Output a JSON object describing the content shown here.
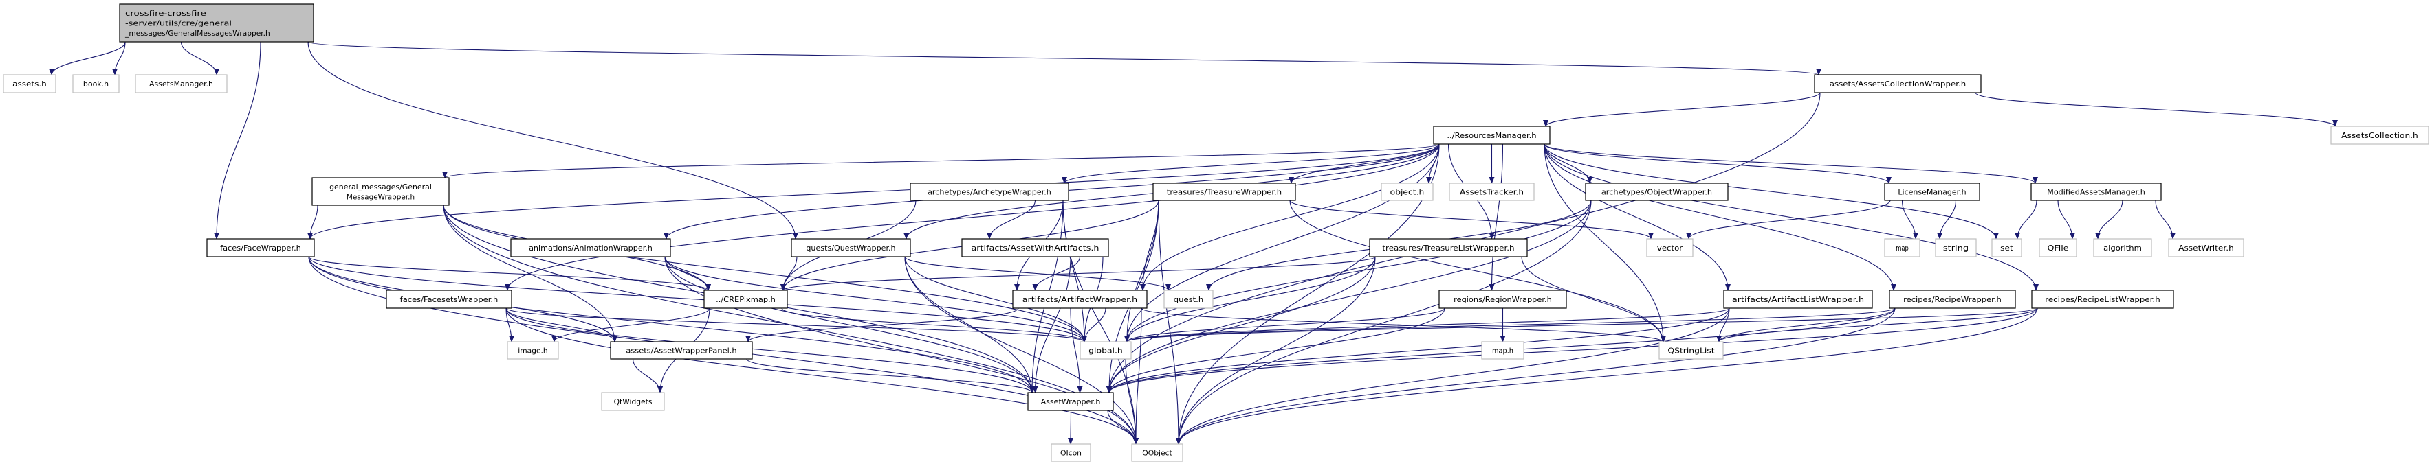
{
  "colors": {
    "edge": "#191970",
    "root_fill": "#bfbfbf",
    "documented_border": "#000000",
    "external_border": "#bfbfbf",
    "node_fill": "#ffffff"
  },
  "nodes": [
    {
      "id": "main",
      "kind": "root",
      "label": [
        "crossfire-crossfire",
        "-server/utils/cre/general",
        "_messages/GeneralMessagesWrapper.h"
      ]
    },
    {
      "id": "assets_h",
      "kind": "external",
      "label": [
        "assets.h"
      ]
    },
    {
      "id": "book_h",
      "kind": "external",
      "label": [
        "book.h"
      ]
    },
    {
      "id": "assets_manager",
      "kind": "external",
      "label": [
        "AssetsManager.h"
      ]
    },
    {
      "id": "acw",
      "kind": "documented",
      "label": [
        "assets/AssetsCollectionWrapper.h"
      ]
    },
    {
      "id": "resources",
      "kind": "documented",
      "label": [
        "../ResourcesManager.h"
      ]
    },
    {
      "id": "assets_collection",
      "kind": "external",
      "label": [
        "AssetsCollection.h"
      ]
    },
    {
      "id": "gmw",
      "kind": "documented",
      "label": [
        "general_messages/General",
        "MessageWrapper.h"
      ]
    },
    {
      "id": "archetype",
      "kind": "documented",
      "label": [
        "archetypes/ArchetypeWrapper.h"
      ]
    },
    {
      "id": "treasure",
      "kind": "documented",
      "label": [
        "treasures/TreasureWrapper.h"
      ]
    },
    {
      "id": "object_h",
      "kind": "external",
      "label": [
        "object.h"
      ]
    },
    {
      "id": "assets_tracker",
      "kind": "external",
      "label": [
        "AssetsTracker.h"
      ]
    },
    {
      "id": "object_wrapper",
      "kind": "documented",
      "label": [
        "archetypes/ObjectWrapper.h"
      ]
    },
    {
      "id": "license",
      "kind": "documented",
      "label": [
        "LicenseManager.h"
      ]
    },
    {
      "id": "modified",
      "kind": "documented",
      "label": [
        "ModifiedAssetsManager.h"
      ]
    },
    {
      "id": "face",
      "kind": "documented",
      "label": [
        "faces/FaceWrapper.h"
      ]
    },
    {
      "id": "animation",
      "kind": "documented",
      "label": [
        "animations/AnimationWrapper.h"
      ]
    },
    {
      "id": "quest_wrapper",
      "kind": "documented",
      "label": [
        "quests/QuestWrapper.h"
      ]
    },
    {
      "id": "awa",
      "kind": "documented",
      "label": [
        "artifacts/AssetWithArtifacts.h"
      ]
    },
    {
      "id": "treasure_list",
      "kind": "documented",
      "label": [
        "treasures/TreasureListWrapper.h"
      ]
    },
    {
      "id": "vector",
      "kind": "external",
      "label": [
        "vector"
      ]
    },
    {
      "id": "map_std",
      "kind": "external",
      "label": [
        "map"
      ]
    },
    {
      "id": "string",
      "kind": "external",
      "label": [
        "string"
      ]
    },
    {
      "id": "set",
      "kind": "external",
      "label": [
        "set"
      ]
    },
    {
      "id": "qfile",
      "kind": "external",
      "label": [
        "QFile"
      ]
    },
    {
      "id": "algorithm",
      "kind": "external",
      "label": [
        "algorithm"
      ]
    },
    {
      "id": "asset_writer",
      "kind": "external",
      "label": [
        "AssetWriter.h"
      ]
    },
    {
      "id": "facesets",
      "kind": "documented",
      "label": [
        "faces/FacesetsWrapper.h"
      ]
    },
    {
      "id": "crepixmap",
      "kind": "documented",
      "label": [
        "../CREPixmap.h"
      ]
    },
    {
      "id": "artifact",
      "kind": "documented",
      "label": [
        "artifacts/ArtifactWrapper.h"
      ]
    },
    {
      "id": "quest_h",
      "kind": "external",
      "label": [
        "quest.h"
      ]
    },
    {
      "id": "region",
      "kind": "documented",
      "label": [
        "regions/RegionWrapper.h"
      ]
    },
    {
      "id": "artifact_list",
      "kind": "documented",
      "label": [
        "artifacts/ArtifactListWrapper.h"
      ]
    },
    {
      "id": "recipe",
      "kind": "documented",
      "label": [
        "recipes/RecipeWrapper.h"
      ]
    },
    {
      "id": "recipe_list",
      "kind": "documented",
      "label": [
        "recipes/RecipeListWrapper.h"
      ]
    },
    {
      "id": "image_h",
      "kind": "external",
      "label": [
        "image.h"
      ]
    },
    {
      "id": "awp",
      "kind": "documented",
      "label": [
        "assets/AssetWrapperPanel.h"
      ]
    },
    {
      "id": "global",
      "kind": "external",
      "label": [
        "global.h"
      ]
    },
    {
      "id": "map_h",
      "kind": "external",
      "label": [
        "map.h"
      ]
    },
    {
      "id": "qstringlist",
      "kind": "external",
      "label": [
        "QStringList"
      ]
    },
    {
      "id": "qtwidgets",
      "kind": "external",
      "label": [
        "QtWidgets"
      ]
    },
    {
      "id": "asset_wrapper",
      "kind": "documented",
      "label": [
        "AssetWrapper.h"
      ]
    },
    {
      "id": "qicon",
      "kind": "external",
      "label": [
        "QIcon"
      ]
    },
    {
      "id": "qobject",
      "kind": "external",
      "label": [
        "QObject"
      ]
    }
  ],
  "edges": [
    [
      "main",
      "assets_h"
    ],
    [
      "main",
      "book_h"
    ],
    [
      "main",
      "assets_manager"
    ],
    [
      "main",
      "face"
    ],
    [
      "main",
      "quest_wrapper"
    ],
    [
      "main",
      "acw"
    ],
    [
      "acw",
      "resources"
    ],
    [
      "acw",
      "assets_collection"
    ],
    [
      "acw",
      "asset_wrapper"
    ],
    [
      "resources",
      "gmw"
    ],
    [
      "resources",
      "face"
    ],
    [
      "resources",
      "facesets"
    ],
    [
      "resources",
      "animation"
    ],
    [
      "resources",
      "archetype"
    ],
    [
      "resources",
      "treasure"
    ],
    [
      "resources",
      "quest_wrapper"
    ],
    [
      "resources",
      "artifact"
    ],
    [
      "resources",
      "object_h"
    ],
    [
      "resources",
      "assets_tracker"
    ],
    [
      "resources",
      "object_wrapper"
    ],
    [
      "resources",
      "treasure_list"
    ],
    [
      "resources",
      "region"
    ],
    [
      "resources",
      "license"
    ],
    [
      "resources",
      "modified"
    ],
    [
      "resources",
      "artifact_list"
    ],
    [
      "resources",
      "recipe"
    ],
    [
      "resources",
      "recipe_list"
    ],
    [
      "resources",
      "set"
    ],
    [
      "resources",
      "global"
    ],
    [
      "resources",
      "qobject"
    ],
    [
      "resources",
      "qstringlist"
    ],
    [
      "gmw",
      "face"
    ],
    [
      "gmw",
      "crepixmap"
    ],
    [
      "gmw",
      "global"
    ],
    [
      "gmw",
      "asset_wrapper"
    ],
    [
      "gmw",
      "qobject"
    ],
    [
      "gmw",
      "awp"
    ],
    [
      "face",
      "crepixmap"
    ],
    [
      "face",
      "global"
    ],
    [
      "face",
      "asset_wrapper"
    ],
    [
      "face",
      "qobject"
    ],
    [
      "face",
      "awp"
    ],
    [
      "animation",
      "crepixmap"
    ],
    [
      "animation",
      "global"
    ],
    [
      "animation",
      "asset_wrapper"
    ],
    [
      "animation",
      "qobject"
    ],
    [
      "crepixmap",
      "image_h"
    ],
    [
      "crepixmap",
      "qtwidgets"
    ],
    [
      "crepixmap",
      "global"
    ],
    [
      "facesets",
      "image_h"
    ],
    [
      "facesets",
      "awp"
    ],
    [
      "facesets",
      "global"
    ],
    [
      "facesets",
      "asset_wrapper"
    ],
    [
      "facesets",
      "qobject"
    ],
    [
      "awp",
      "qtwidgets"
    ],
    [
      "awp",
      "asset_wrapper"
    ],
    [
      "archetype",
      "crepixmap"
    ],
    [
      "archetype",
      "artifact"
    ],
    [
      "archetype",
      "awa"
    ],
    [
      "archetype",
      "global"
    ],
    [
      "archetype",
      "asset_wrapper"
    ],
    [
      "archetype",
      "qobject"
    ],
    [
      "treasure",
      "crepixmap"
    ],
    [
      "treasure",
      "artifact"
    ],
    [
      "treasure",
      "global"
    ],
    [
      "treasure",
      "asset_wrapper"
    ],
    [
      "treasure",
      "vector"
    ],
    [
      "treasure",
      "qstringlist"
    ],
    [
      "treasure",
      "qobject"
    ],
    [
      "quest_wrapper",
      "crepixmap"
    ],
    [
      "quest_wrapper",
      "quest_h"
    ],
    [
      "quest_wrapper",
      "global"
    ],
    [
      "quest_wrapper",
      "asset_wrapper"
    ],
    [
      "quest_wrapper",
      "qobject"
    ],
    [
      "awa",
      "artifact"
    ],
    [
      "awa",
      "global"
    ],
    [
      "awa",
      "asset_wrapper"
    ],
    [
      "artifact",
      "global"
    ],
    [
      "artifact",
      "asset_wrapper"
    ],
    [
      "artifact",
      "qobject"
    ],
    [
      "artifact",
      "qstringlist"
    ],
    [
      "artifact",
      "awp"
    ],
    [
      "treasure_list",
      "crepixmap"
    ],
    [
      "treasure_list",
      "global"
    ],
    [
      "treasure_list",
      "asset_wrapper"
    ],
    [
      "treasure_list",
      "qobject"
    ],
    [
      "treasure_list",
      "qstringlist"
    ],
    [
      "region",
      "global"
    ],
    [
      "region",
      "map_h"
    ],
    [
      "region",
      "asset_wrapper"
    ],
    [
      "object_wrapper",
      "global"
    ],
    [
      "object_wrapper",
      "asset_wrapper"
    ],
    [
      "object_wrapper",
      "quest_h"
    ],
    [
      "object_wrapper",
      "qobject"
    ],
    [
      "license",
      "map_std"
    ],
    [
      "license",
      "string"
    ],
    [
      "license",
      "vector"
    ],
    [
      "modified",
      "set"
    ],
    [
      "modified",
      "qfile"
    ],
    [
      "modified",
      "algorithm"
    ],
    [
      "modified",
      "asset_writer"
    ],
    [
      "artifact_list",
      "global"
    ],
    [
      "artifact_list",
      "qstringlist"
    ],
    [
      "artifact_list",
      "asset_wrapper"
    ],
    [
      "artifact_list",
      "qobject"
    ],
    [
      "recipe",
      "qstringlist"
    ],
    [
      "recipe",
      "global"
    ],
    [
      "recipe",
      "asset_wrapper"
    ],
    [
      "recipe",
      "qobject"
    ],
    [
      "recipe_list",
      "qstringlist"
    ],
    [
      "recipe_list",
      "global"
    ],
    [
      "recipe_list",
      "asset_wrapper"
    ],
    [
      "recipe_list",
      "qobject"
    ],
    [
      "asset_wrapper",
      "qicon"
    ],
    [
      "asset_wrapper",
      "qobject"
    ],
    [
      "global",
      "qobject"
    ]
  ]
}
